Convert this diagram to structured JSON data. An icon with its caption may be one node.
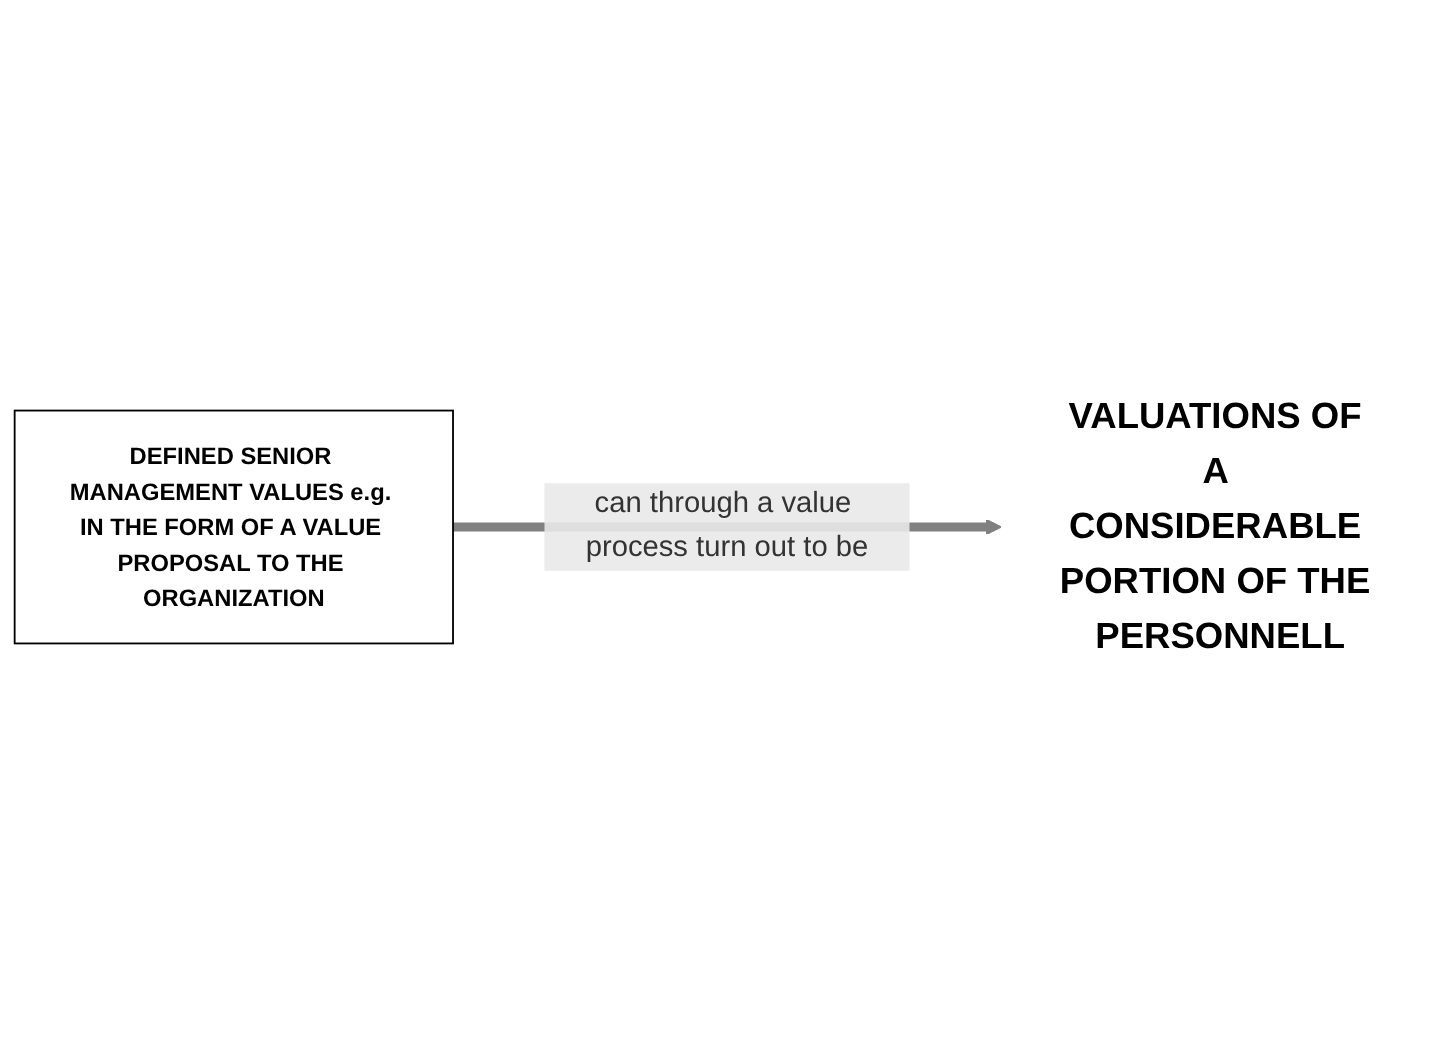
{
  "diagram": {
    "nodes": [
      {
        "text": [
          "DEFINED SENIOR MANAGEMENT VALUES e.g. IN THE FORM OF A VALUE PROPOSAL TO THE ORGANIZATION"
        ]
      },
      {
        "text": [
          "VALUATIONS OF A CONSIDERABLE PORTION OF THE PERSONNELL"
        ]
      }
    ],
    "edges": [
      {
        "from": 0,
        "to": 1,
        "arrow": "to",
        "label": "can through a value process turn out to be"
      }
    ]
  }
}
